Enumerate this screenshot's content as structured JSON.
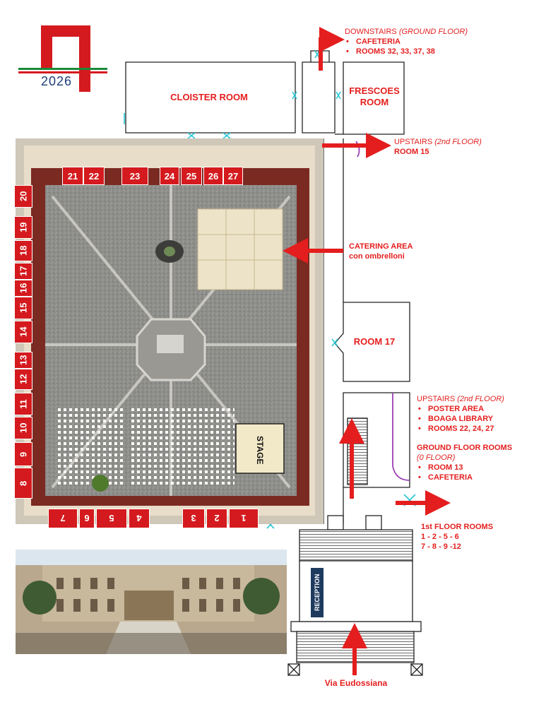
{
  "logo": {
    "year": "2026",
    "colors": {
      "red": "#d41a1e",
      "green": "#1a8a3a",
      "blue": "#1e3e78"
    }
  },
  "rooms": {
    "cloister": "CLOISTER ROOM",
    "frescoes_line1": "FRESCOES",
    "frescoes_line2": "ROOM",
    "room17": "ROOM 17",
    "stage": "STAGE",
    "reception": "RECEPTION"
  },
  "labels": {
    "downstairs": {
      "title": "DOWNSTAIRS",
      "title_note": "(GROUND FLOOR)",
      "items": [
        "CAFETERIA",
        "ROOMS 32, 33, 37, 38"
      ]
    },
    "upstairs_top": {
      "title": "UPSTAIRS",
      "title_note": "(2nd FLOOR)",
      "line2": "ROOM 15"
    },
    "catering": {
      "line1": "CATERING AREA",
      "line2": "con ombrelloni"
    },
    "upstairs_right": {
      "title": "UPSTAIRS",
      "title_note": "(2nd FLOOR)",
      "items": [
        "POSTER AREA",
        "BOAGA LIBRARY",
        "ROOMS 22, 24, 27"
      ]
    },
    "ground_floor": {
      "title": "GROUND FLOOR ROOMS",
      "note": "(0 FLOOR)",
      "items": [
        "ROOM 13",
        "CAFETERIA"
      ]
    },
    "first_floor": {
      "title": "1st FLOOR ROOMS",
      "line2": "1 - 2 - 5 - 6",
      "line3": "7 - 8 - 9 -12"
    },
    "street": "Via Eudossiana"
  },
  "room_numbers": {
    "top": [
      "21",
      "22",
      "23",
      "24",
      "25",
      "26",
      "27"
    ],
    "left": [
      "20",
      "19",
      "18",
      "17",
      "16",
      "15",
      "14",
      "13",
      "12",
      "11",
      "10",
      "9",
      "8"
    ],
    "bottom": [
      "7",
      "6",
      "5",
      "4",
      "3",
      "2",
      "1"
    ]
  },
  "colors": {
    "accent": "#e41e1e",
    "room_badge": "#d41a1e",
    "door": "#29c6d6",
    "stair": "#9b3fb5"
  }
}
